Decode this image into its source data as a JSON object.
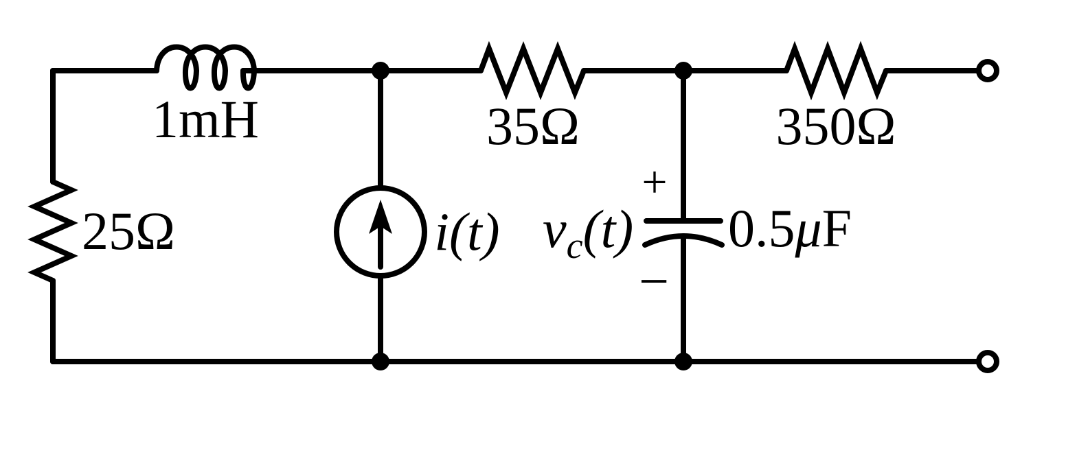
{
  "circuit": {
    "background_color": "#ffffff",
    "line_color": "#000000",
    "components": {
      "inductor": {
        "type": "inductor",
        "label": "1mH"
      },
      "left_resistor": {
        "type": "resistor",
        "label": "25Ω"
      },
      "middle_resistor": {
        "type": "resistor",
        "label": "35Ω"
      },
      "right_resistor": {
        "type": "resistor",
        "label": "350Ω"
      },
      "current_source": {
        "type": "independent-current-source",
        "label": "i(t)"
      },
      "capacitor": {
        "type": "capacitor",
        "value_label": "0.5μF",
        "value_parts": {
          "number": "0.5",
          "mu": "μ",
          "unit": "F"
        },
        "voltage_label": "v_c(t)",
        "voltage_parts": {
          "base": "v",
          "subscript": "c",
          "argument": "(t)"
        },
        "polarity": {
          "plus": "+",
          "minus": "−"
        }
      }
    }
  }
}
